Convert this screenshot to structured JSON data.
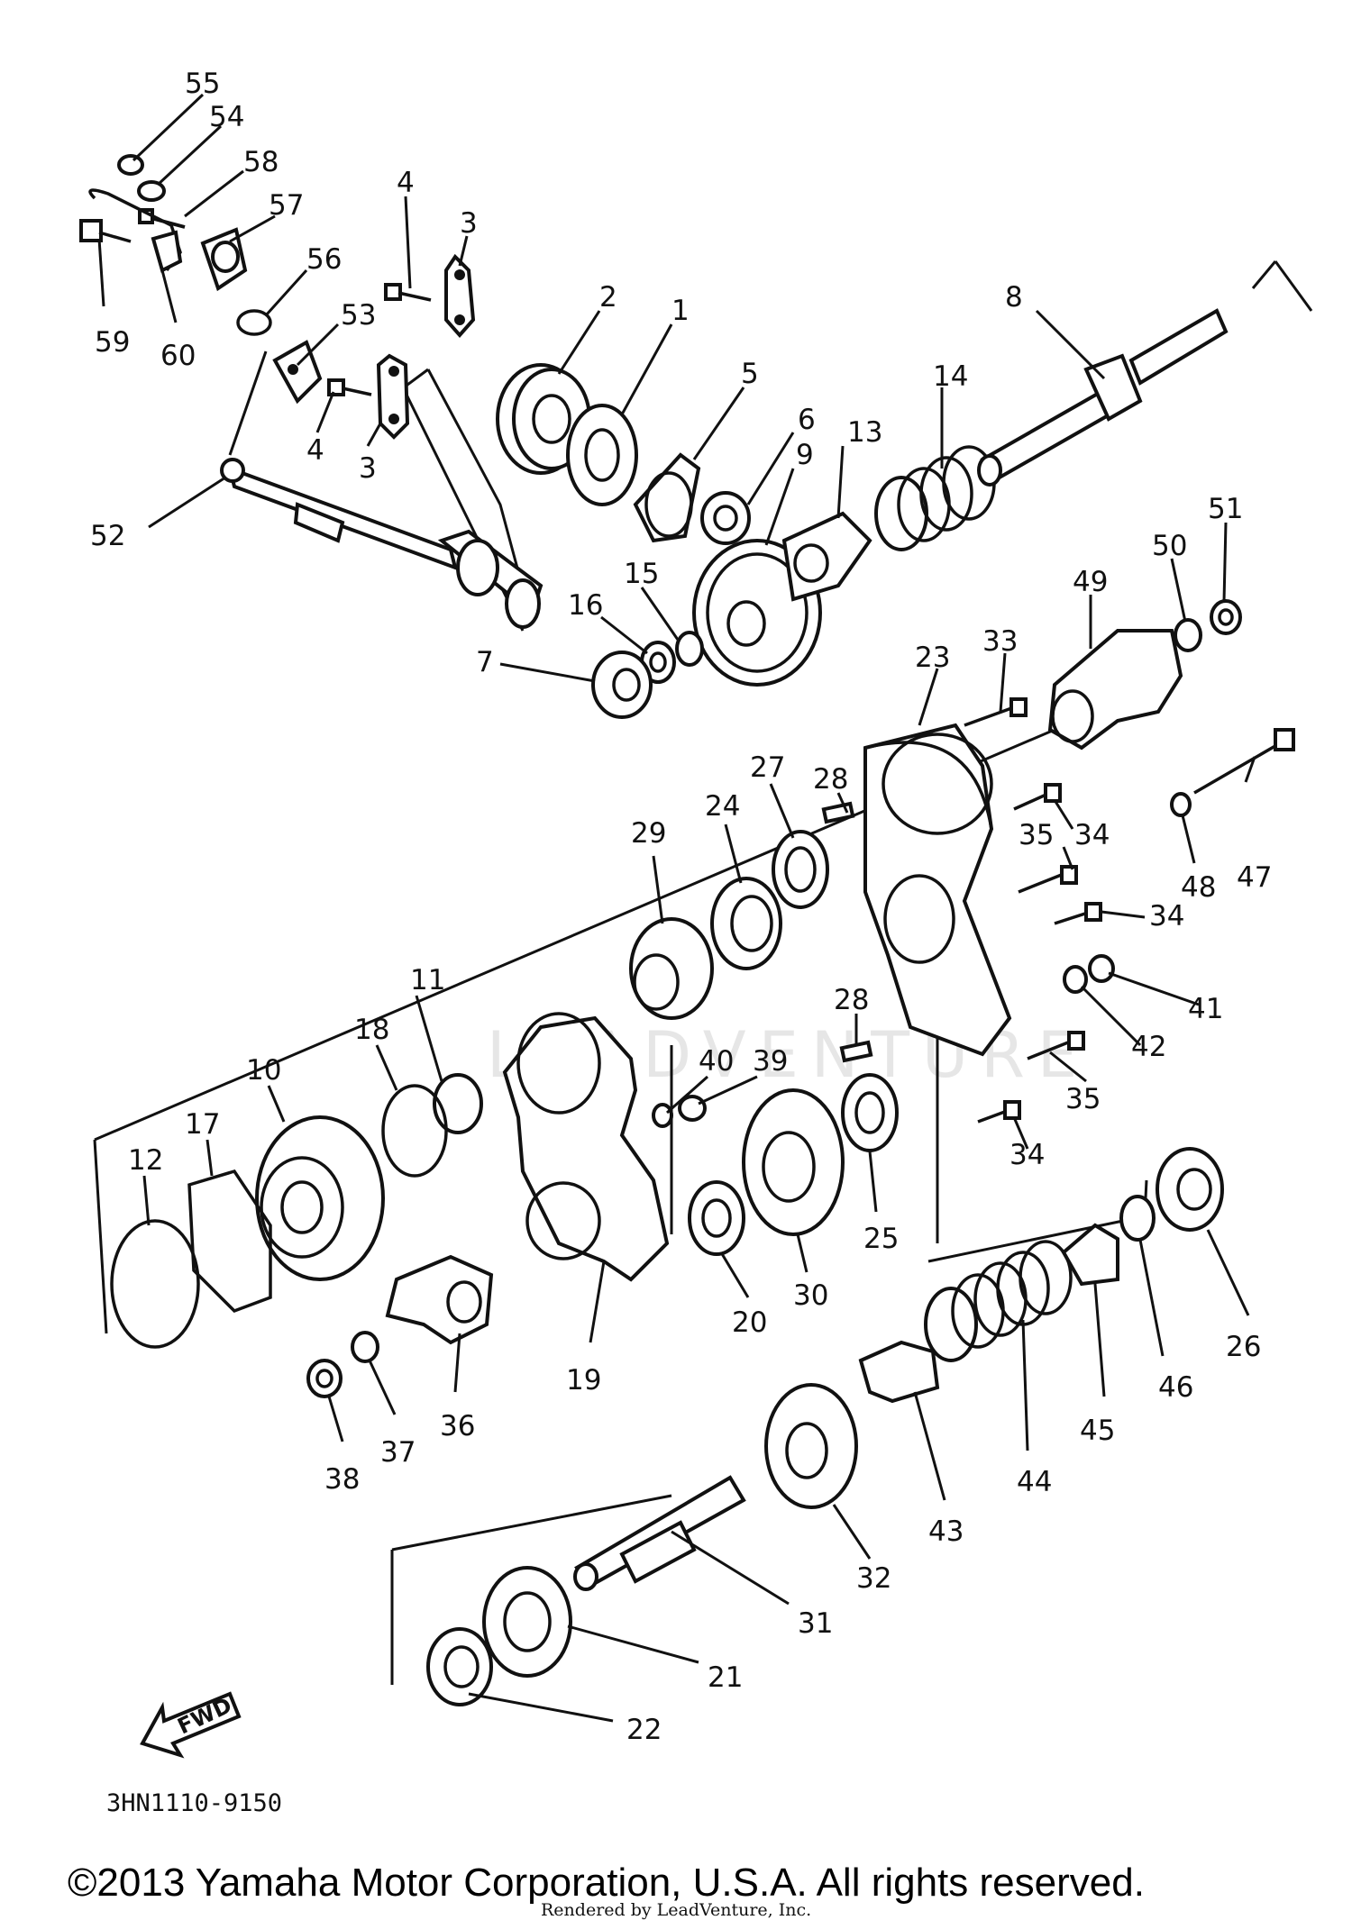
{
  "diagram": {
    "callouts": [
      "1",
      "2",
      "3",
      "4",
      "5",
      "6",
      "7",
      "8",
      "9",
      "10",
      "11",
      "12",
      "13",
      "14",
      "15",
      "16",
      "17",
      "18",
      "19",
      "20",
      "21",
      "22",
      "23",
      "24",
      "25",
      "26",
      "27",
      "28",
      "29",
      "30",
      "31",
      "32",
      "33",
      "34",
      "35",
      "36",
      "37",
      "38",
      "39",
      "40",
      "41",
      "42",
      "43",
      "44",
      "45",
      "46",
      "47",
      "48",
      "49",
      "50",
      "51",
      "52",
      "53",
      "54",
      "55",
      "56",
      "57",
      "58",
      "59",
      "60"
    ],
    "labels": {
      "l1": "1",
      "l2": "2",
      "l3a": "3",
      "l3b": "3",
      "l4a": "4",
      "l4b": "4",
      "l5": "5",
      "l6": "6",
      "l7": "7",
      "l8": "8",
      "l9": "9",
      "l10": "10",
      "l11": "11",
      "l12": "12",
      "l13": "13",
      "l14": "14",
      "l15": "15",
      "l16": "16",
      "l17": "17",
      "l18": "18",
      "l19": "19",
      "l20": "20",
      "l21": "21",
      "l22": "22",
      "l23": "23",
      "l24": "24",
      "l25": "25",
      "l26": "26",
      "l27": "27",
      "l28a": "28",
      "l28b": "28",
      "l29": "29",
      "l30": "30",
      "l31": "31",
      "l32": "32",
      "l33": "33",
      "l34a": "34",
      "l34b": "34",
      "l34c": "34",
      "l35a": "35",
      "l35b": "35",
      "l36": "36",
      "l37": "37",
      "l38": "38",
      "l39": "39",
      "l40": "40",
      "l41": "41",
      "l42": "42",
      "l43": "43",
      "l44": "44",
      "l45": "45",
      "l46": "46",
      "l47": "47",
      "l48": "48",
      "l49": "49",
      "l50": "50",
      "l51": "51",
      "l52": "52",
      "l53": "53",
      "l54": "54",
      "l55": "55",
      "l56": "56",
      "l57": "57",
      "l58": "58",
      "l59": "59",
      "l60": "60"
    },
    "fwd_label": "FWD",
    "reference_code": "3HN1110-9150",
    "watermark": "LEADVENTURE"
  },
  "footer": {
    "copyright": "©2013 Yamaha Motor Corporation, U.S.A. All rights reserved.",
    "rendered_by": "Rendered by LeadVenture, Inc."
  }
}
